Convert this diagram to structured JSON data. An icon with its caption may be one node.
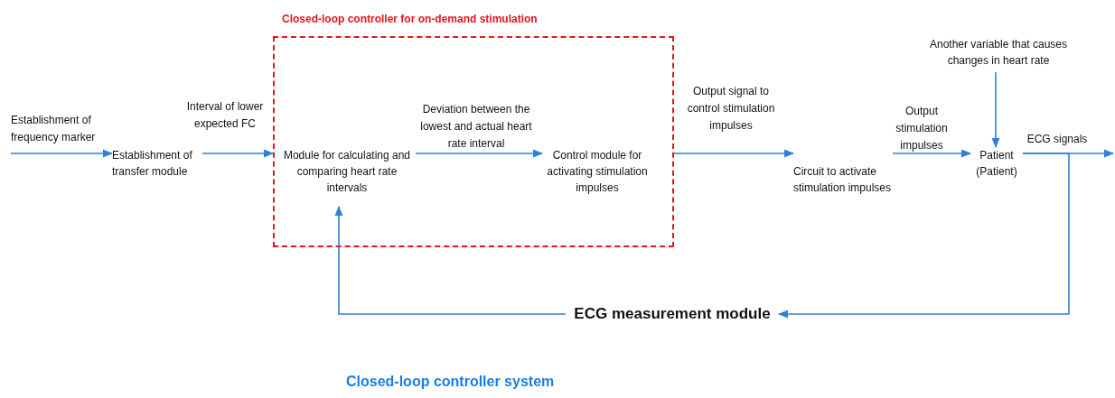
{
  "diagram": {
    "nodes": [
      {
        "text": [
          "Closed-loop controller for on-demand stimulation"
        ]
      },
      {
        "text": [
          "Establishment of transfer module"
        ]
      },
      {
        "text": [
          "Module for calculating and comparing heart rate intervals"
        ],
        "in": 0
      },
      {
        "text": [
          "Control module for activating stimulation impulses"
        ],
        "in": 0
      },
      {
        "text": [
          "Circuit to activate stimulation impulses"
        ]
      },
      {
        "text": [
          "Patient",
          "(Patient)"
        ]
      },
      {
        "text": [
          "Another variable that causes changes in heart rate"
        ]
      },
      {
        "text": [
          "ECG measurement module"
        ]
      }
    ],
    "edges": [
      {
        "from": null,
        "to": 1,
        "arrow": "to",
        "label": "Establishment of frequency marker"
      },
      {
        "from": 1,
        "to": 0,
        "arrow": "to",
        "label": "Interval of lower expected FC"
      },
      {
        "from": 2,
        "to": 3,
        "arrow": "to",
        "label": "Deviation between the lowest and actual heart rate interval"
      },
      {
        "from": 0,
        "to": 4,
        "arrow": "to",
        "label": "Output signal to control stimulation impulses"
      },
      {
        "from": 4,
        "to": 5,
        "arrow": "to",
        "label": "Output stimulation impulses"
      },
      {
        "from": 6,
        "to": 5,
        "arrow": "to"
      },
      {
        "from": 5,
        "to": null,
        "arrow": "to",
        "label": "ECG signals"
      },
      {
        "from": 5,
        "to": 7,
        "arrow": "to"
      },
      {
        "from": 7,
        "to": 2,
        "arrow": "to"
      }
    ],
    "labels": [
      "Closed-loop controller system"
    ]
  }
}
